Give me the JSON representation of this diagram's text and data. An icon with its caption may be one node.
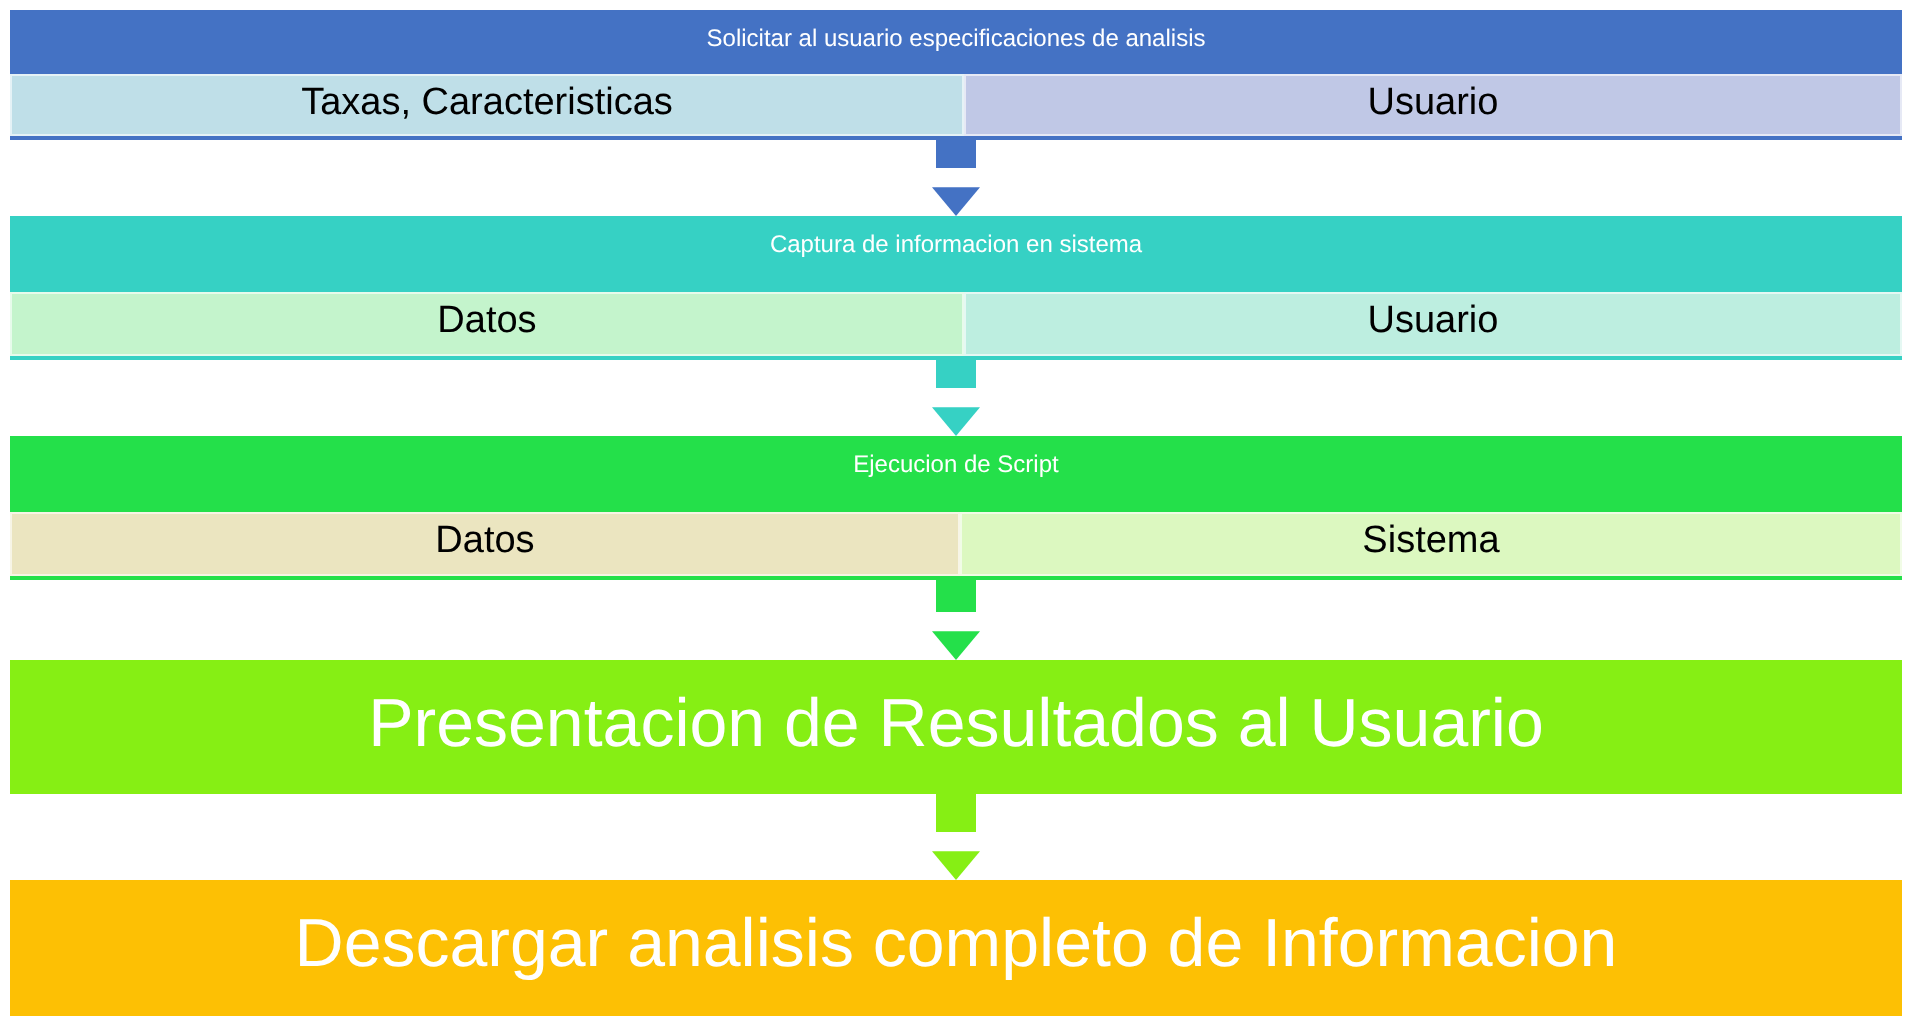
{
  "diagram": {
    "nodes": [
      {
        "text": [
          "Solicitar al usuario especificaciones de analisis"
        ]
      },
      {
        "text": [
          "Taxas, Caracteristicas"
        ],
        "in": 0
      },
      {
        "text": [
          "Usuario"
        ],
        "in": 0
      },
      {
        "text": [
          "Captura de informacion en sistema"
        ]
      },
      {
        "text": [
          "Datos"
        ],
        "in": 3
      },
      {
        "text": [
          "Usuario"
        ],
        "in": 3
      },
      {
        "text": [
          "Ejecucion de Script"
        ]
      },
      {
        "text": [
          "Datos"
        ],
        "in": 6
      },
      {
        "text": [
          "Sistema"
        ],
        "in": 6
      },
      {
        "text": [
          "Presentacion de Resultados al Usuario"
        ]
      },
      {
        "text": [
          "Descargar analisis completo de Informacion"
        ]
      }
    ],
    "edges": [
      {
        "from": 0,
        "to": 3,
        "arrow": "to",
        "color": "#4472c4"
      },
      {
        "from": 3,
        "to": 6,
        "arrow": "to",
        "color": "#36d1c4"
      },
      {
        "from": 6,
        "to": 9,
        "arrow": "to",
        "color": "#24e04a"
      },
      {
        "from": 9,
        "to": 10,
        "arrow": "to",
        "color": "#86ef14"
      }
    ]
  }
}
